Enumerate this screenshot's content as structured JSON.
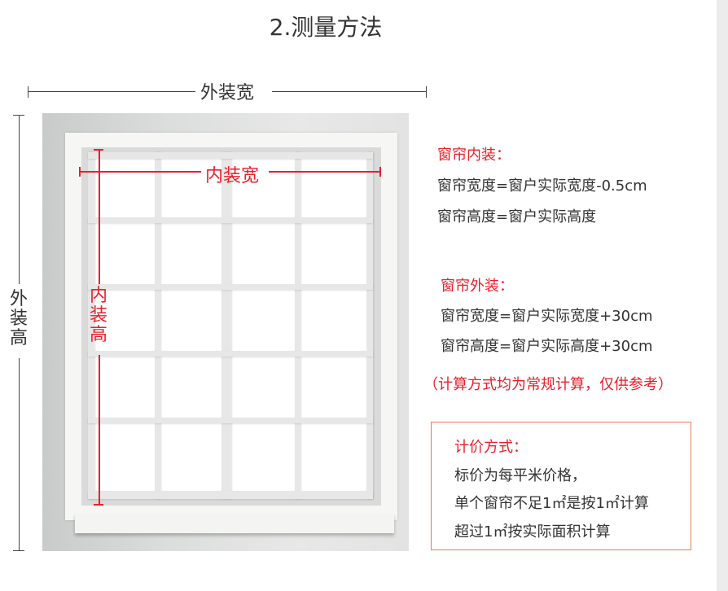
{
  "title": "2.测量方法",
  "diagram": {
    "outer_width_label": "外装宽",
    "outer_height_label": "外装高",
    "inner_width_label": "内装宽",
    "inner_height_label": "内装高"
  },
  "inside_mount": {
    "heading": "窗帘内装：",
    "width_rule": "窗帘宽度=窗户实际宽度-0.5cm",
    "height_rule": "窗帘高度=窗户实际高度"
  },
  "outside_mount": {
    "heading": "窗帘外装：",
    "width_rule": "窗帘宽度=窗户实际宽度+30cm",
    "height_rule": "窗帘高度=窗户实际高度+30cm"
  },
  "note": "（计算方式均为常规计算，仅供参考）",
  "pricing": {
    "heading": "计价方式：",
    "line1": "标价为每平米价格，",
    "line2": "单个窗帘不足1㎡是按1㎡计算",
    "line3": "超过1㎡按实际面积计算"
  },
  "colors": {
    "accent_red": "#e8202a",
    "box_border": "#f07a5a"
  }
}
